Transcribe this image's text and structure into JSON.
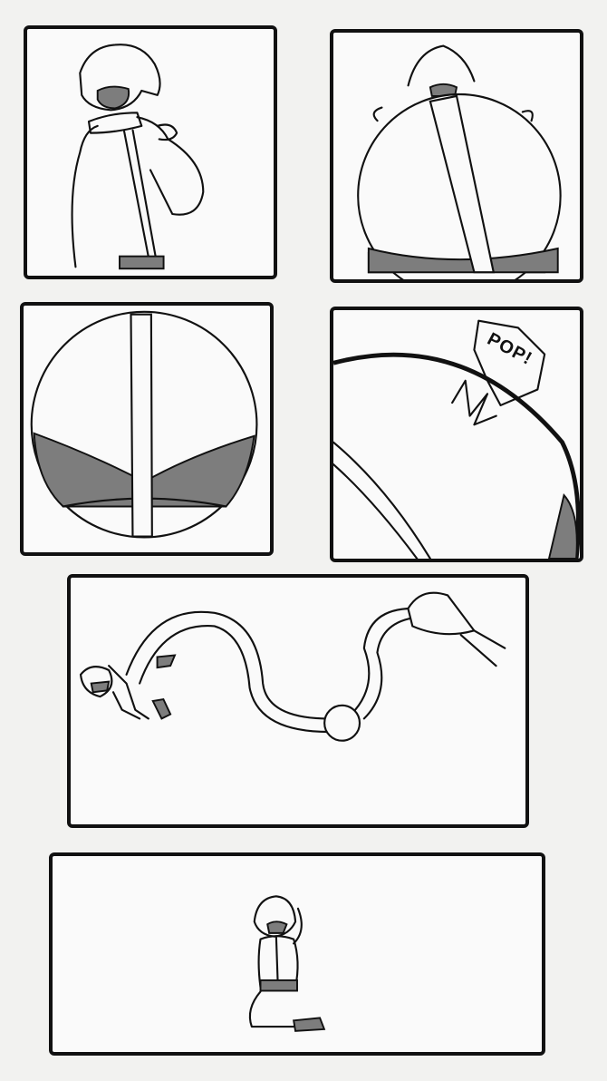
{
  "comic": {
    "panel_count": 6,
    "colors": {
      "background": "#f2f2f0",
      "panel_fill": "#fafafa",
      "border": "#111111",
      "shade": "#7d7d7d"
    },
    "panels": [
      {
        "id": 1,
        "description": "character in turtleneck jacket with mask"
      },
      {
        "id": 2,
        "description": "character inflated into a large sphere"
      },
      {
        "id": 3,
        "description": "close-up of round inflated body"
      },
      {
        "id": 4,
        "description": "balloon surface popping",
        "sfx": "POP!"
      },
      {
        "id": 5,
        "description": "character flying away with deflating jacket"
      },
      {
        "id": 6,
        "description": "character sitting on the ground"
      }
    ]
  }
}
